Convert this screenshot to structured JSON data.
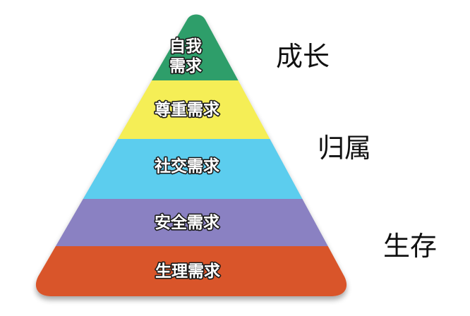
{
  "diagram": {
    "tiers": [
      {
        "lines": [
          "自我",
          "需求"
        ],
        "color": "#2f9e6a"
      },
      {
        "lines": [
          "尊重需求"
        ],
        "color": "#f5ee57"
      },
      {
        "lines": [
          "社交需求"
        ],
        "color": "#5ccdee"
      },
      {
        "lines": [
          "安全需求"
        ],
        "color": "#8a81c2"
      },
      {
        "lines": [
          "生理需求"
        ],
        "color": "#d9552a"
      }
    ],
    "side_labels": [
      "成长",
      "归属",
      "生存"
    ]
  }
}
